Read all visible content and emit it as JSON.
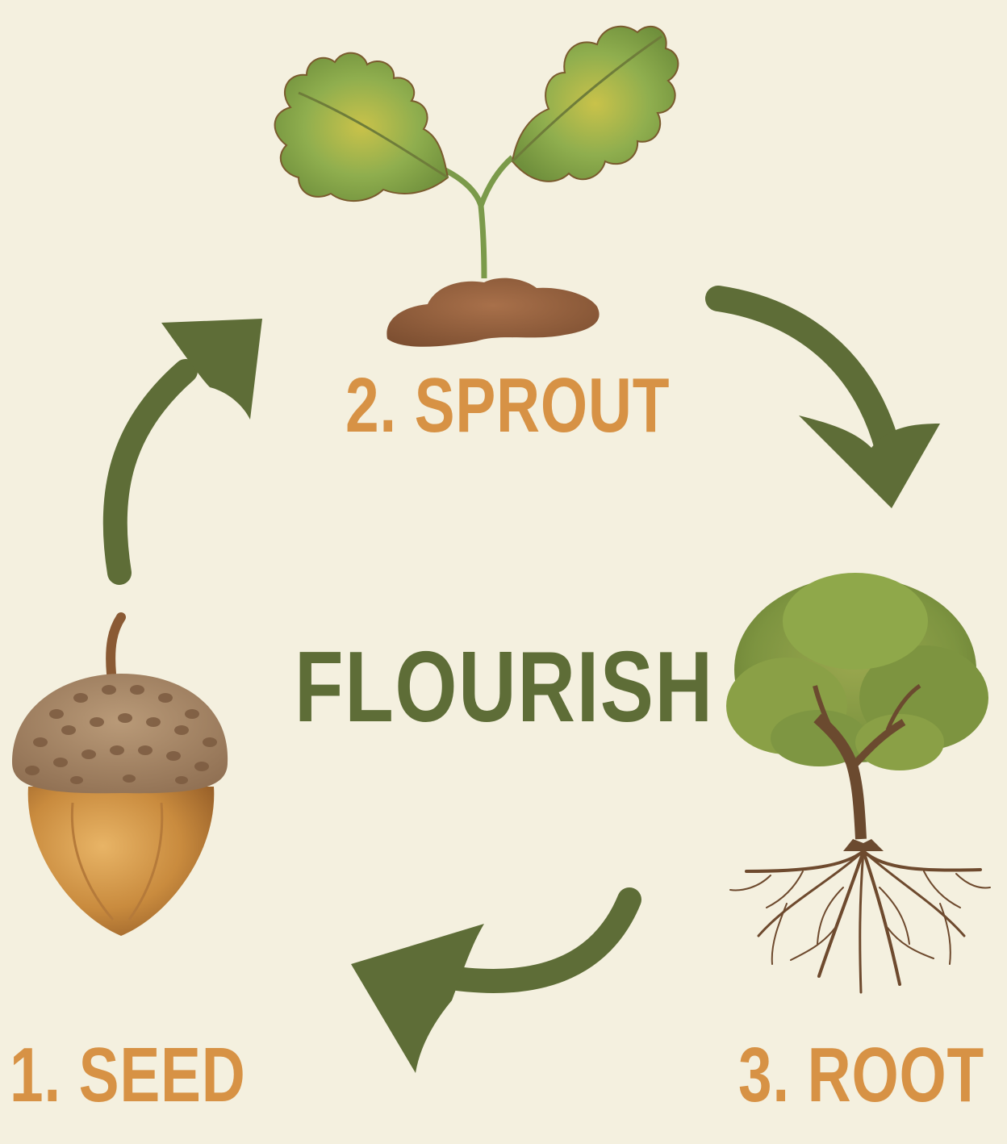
{
  "center_title": "FLOURISH",
  "stages": [
    {
      "label": "1. SEED",
      "icon": "acorn-icon"
    },
    {
      "label": "2. SPROUT",
      "icon": "sprout-icon"
    },
    {
      "label": "3. ROOT",
      "icon": "tree-with-roots-icon"
    }
  ],
  "arrows": [
    "seed-to-sprout",
    "sprout-to-root",
    "root-to-seed"
  ],
  "colors": {
    "background": "#f4f0df",
    "arrow_green": "#5e6d37",
    "label_orange": "#d79245",
    "title_green": "#5e6d37"
  }
}
